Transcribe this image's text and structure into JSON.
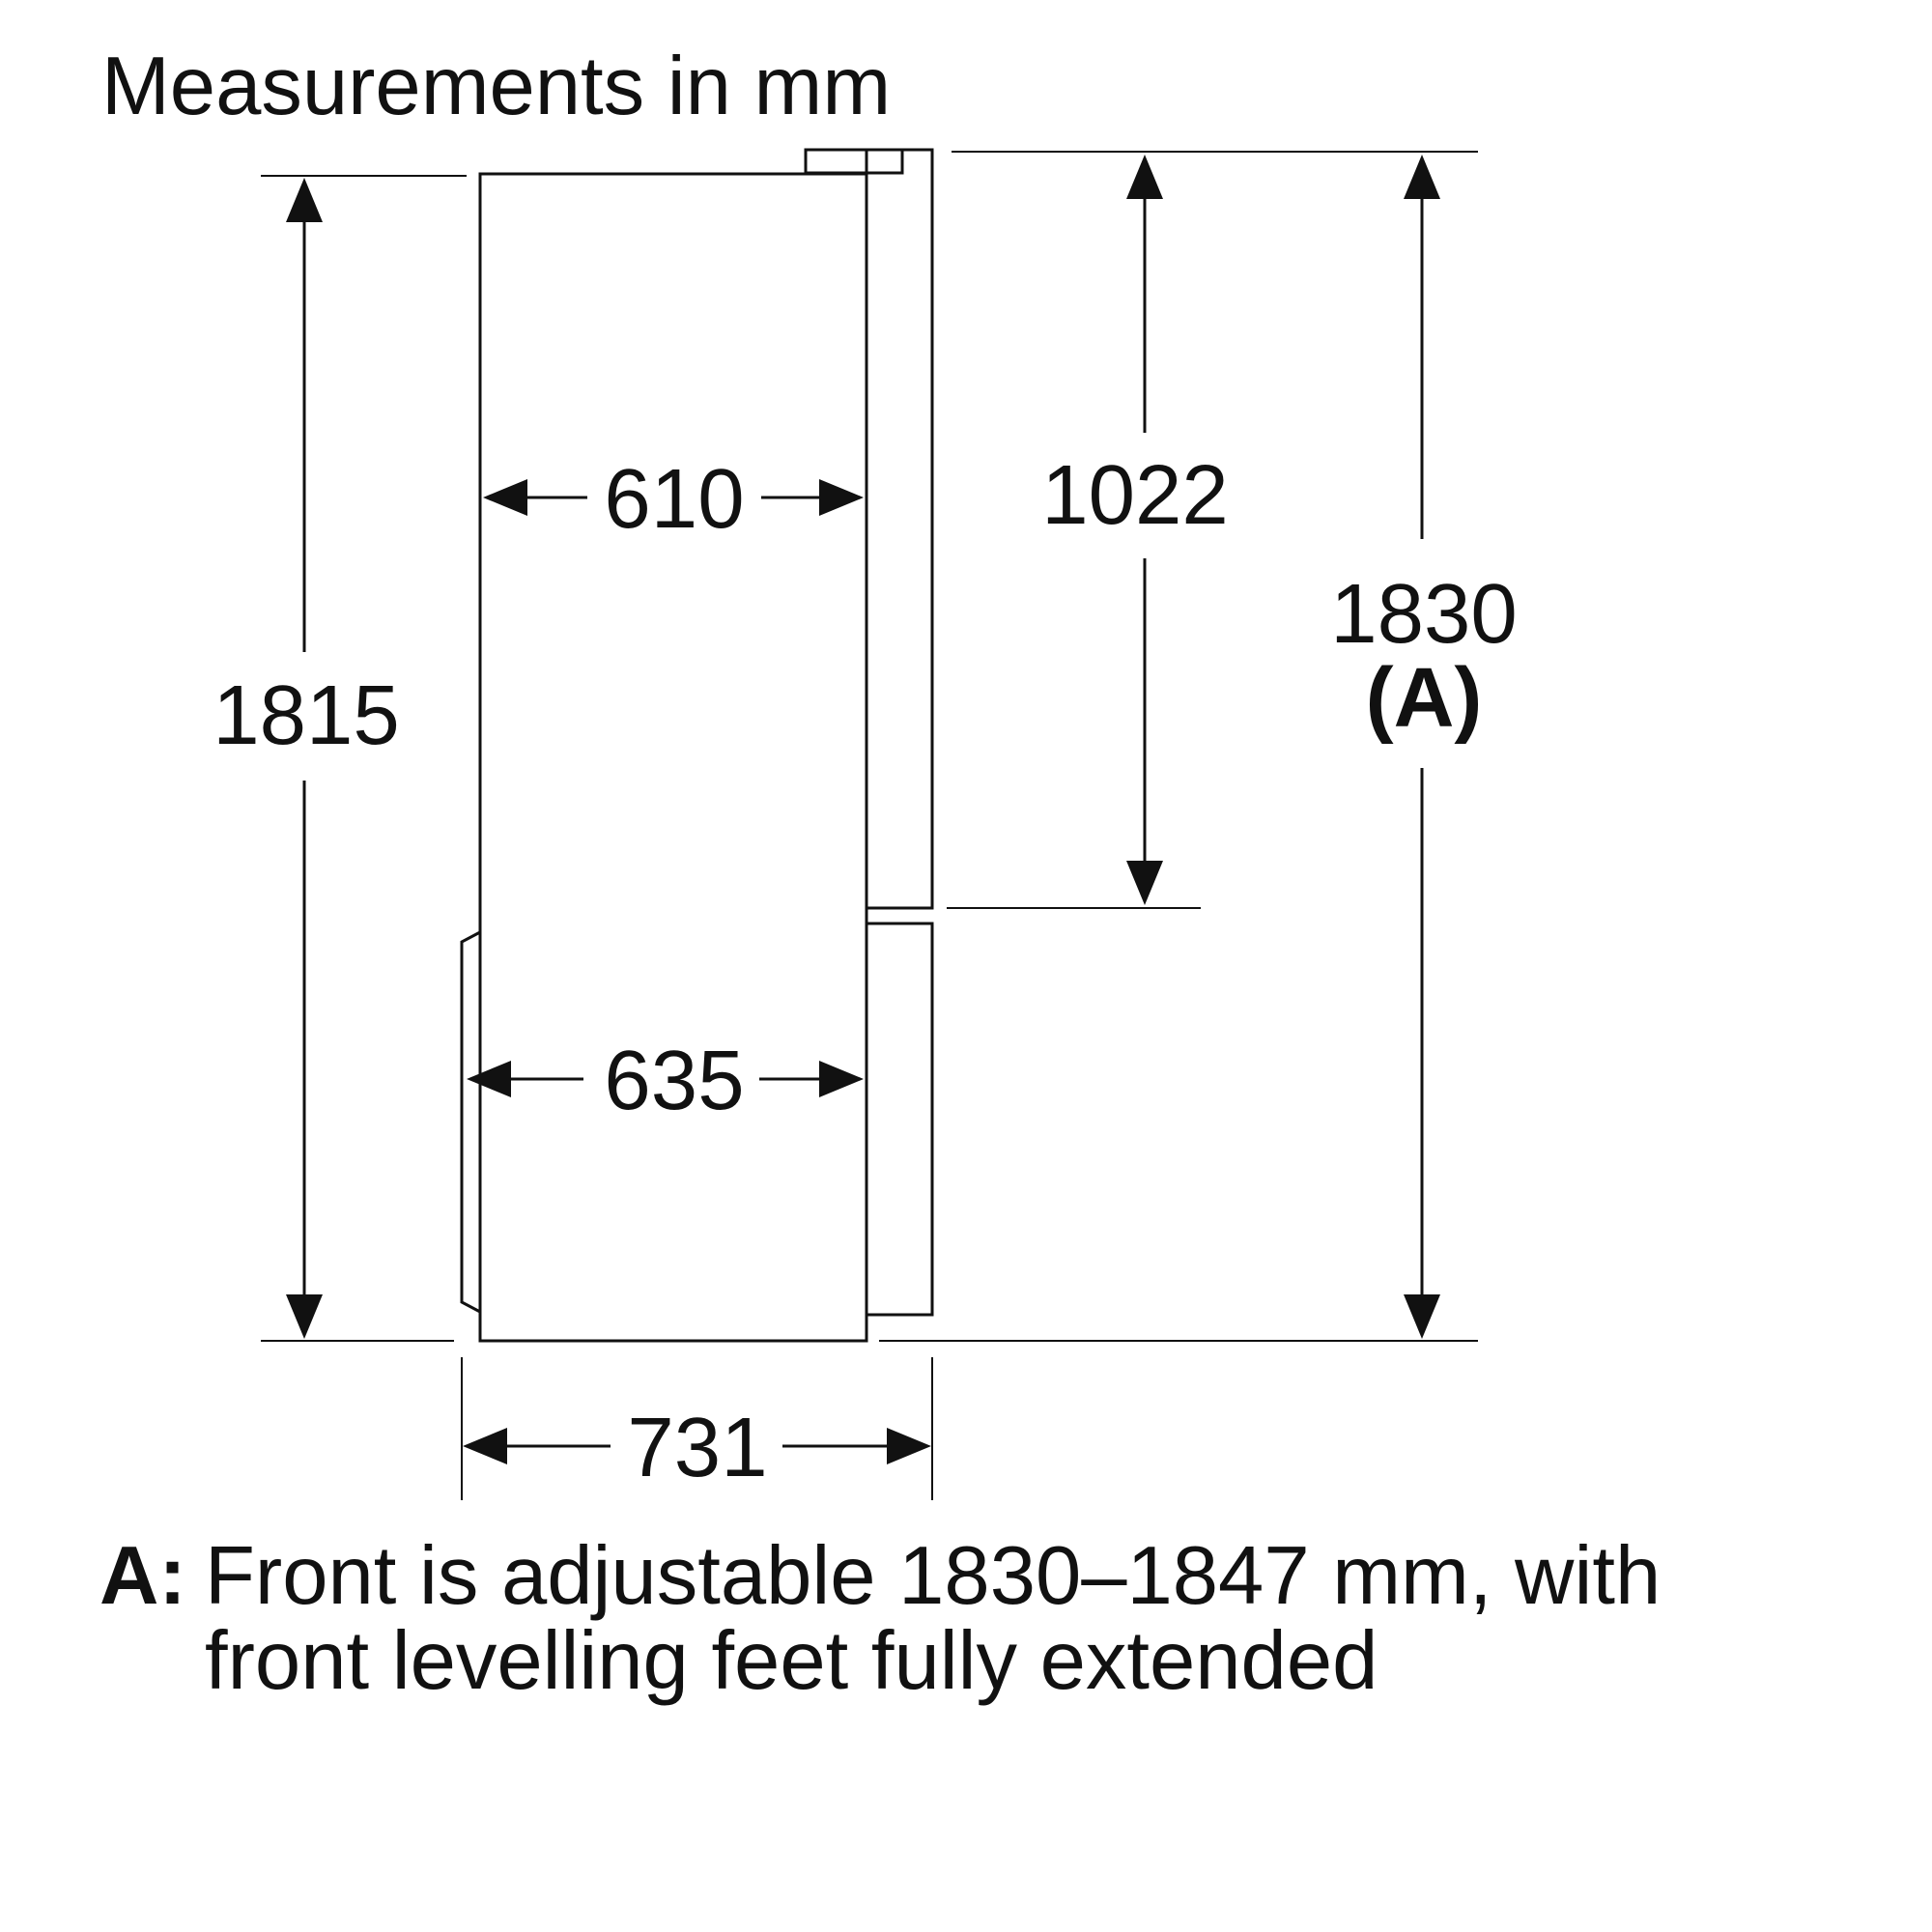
{
  "title": "Measurements in mm",
  "dimensions": {
    "width_top": "610",
    "width_bottom": "635",
    "depth_total": "731",
    "height_body": "1815",
    "height_upper_door": "1022",
    "height_total": "1830",
    "height_total_marker": "(A)"
  },
  "footnote": {
    "marker": "A:",
    "line1": "Front is adjustable 1830–1847 mm, with",
    "line2": "front levelling feet fully extended"
  }
}
